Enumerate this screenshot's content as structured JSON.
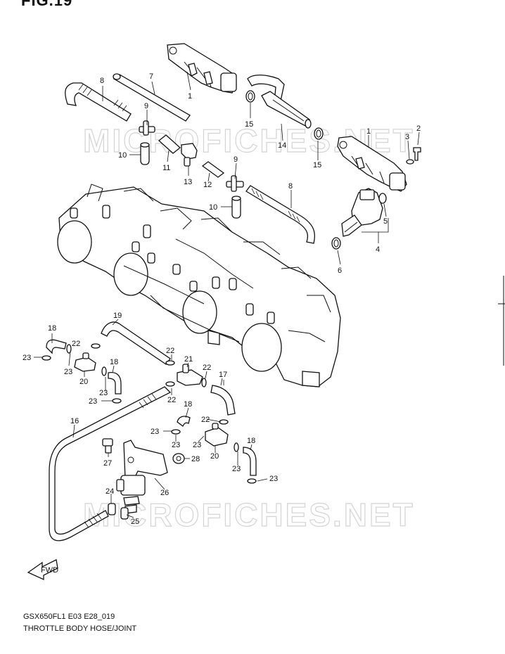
{
  "figure": {
    "title": "FIG.19",
    "caption_code": "GSX650FL1 E03 E28_019",
    "caption_title": "THROTTLE BODY HOSE/JOINT"
  },
  "watermark": {
    "text": "MICROFICHES.NET"
  },
  "fwd_arrow": {
    "text": "FWD"
  },
  "callouts": [
    {
      "id": "c1a",
      "text": "1"
    },
    {
      "id": "c1b",
      "text": "1"
    },
    {
      "id": "c2",
      "text": "2"
    },
    {
      "id": "c3",
      "text": "3"
    },
    {
      "id": "c4",
      "text": "4"
    },
    {
      "id": "c5",
      "text": "5"
    },
    {
      "id": "c6",
      "text": "6"
    },
    {
      "id": "c7",
      "text": "7"
    },
    {
      "id": "c8a",
      "text": "8"
    },
    {
      "id": "c8b",
      "text": "8"
    },
    {
      "id": "c9a",
      "text": "9"
    },
    {
      "id": "c9b",
      "text": "9"
    },
    {
      "id": "c10a",
      "text": "10"
    },
    {
      "id": "c10b",
      "text": "10"
    },
    {
      "id": "c11",
      "text": "11"
    },
    {
      "id": "c12",
      "text": "12"
    },
    {
      "id": "c13",
      "text": "13"
    },
    {
      "id": "c14",
      "text": "14"
    },
    {
      "id": "c15a",
      "text": "15"
    },
    {
      "id": "c15b",
      "text": "15"
    },
    {
      "id": "c16",
      "text": "16"
    },
    {
      "id": "c17",
      "text": "17"
    },
    {
      "id": "c18a",
      "text": "18"
    },
    {
      "id": "c18b",
      "text": "18"
    },
    {
      "id": "c18c",
      "text": "18"
    },
    {
      "id": "c18d",
      "text": "18"
    },
    {
      "id": "c19",
      "text": "19"
    },
    {
      "id": "c20a",
      "text": "20"
    },
    {
      "id": "c20b",
      "text": "20"
    },
    {
      "id": "c21",
      "text": "21"
    },
    {
      "id": "c22a",
      "text": "22"
    },
    {
      "id": "c22b",
      "text": "22"
    },
    {
      "id": "c22c",
      "text": "22"
    },
    {
      "id": "c22d",
      "text": "22"
    },
    {
      "id": "c22e",
      "text": "22"
    },
    {
      "id": "c23a",
      "text": "23"
    },
    {
      "id": "c23b",
      "text": "23"
    },
    {
      "id": "c23c",
      "text": "23"
    },
    {
      "id": "c23d",
      "text": "23"
    },
    {
      "id": "c23e",
      "text": "23"
    },
    {
      "id": "c23f",
      "text": "23"
    },
    {
      "id": "c24",
      "text": "24"
    },
    {
      "id": "c25",
      "text": "25"
    },
    {
      "id": "c26",
      "text": "26"
    },
    {
      "id": "c27",
      "text": "27"
    },
    {
      "id": "c28",
      "text": "28"
    }
  ]
}
